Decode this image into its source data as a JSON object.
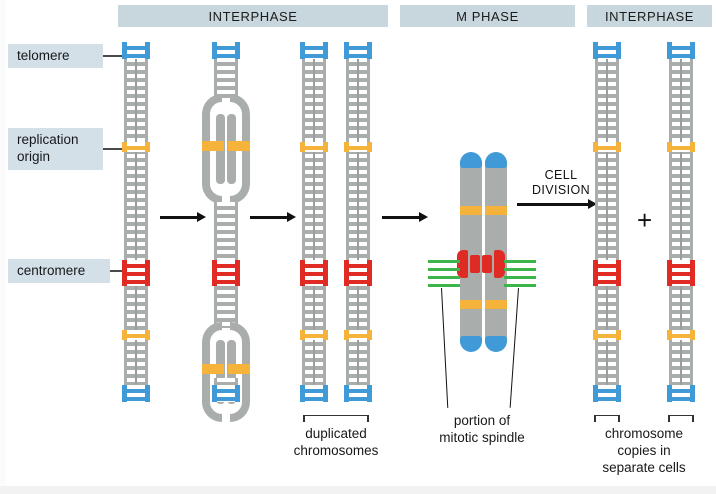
{
  "figure": {
    "title": "chromosome duplication and segregation",
    "colors": {
      "telomere": "#3f9ad7",
      "replication_origin": "#f5b33c",
      "centromere": "#e02b25",
      "dna_backbone": "#a9adab",
      "spindle_fiber": "#3cb54a",
      "phase_bar": "#c8d6dd",
      "callout_box": "#d3e0e8",
      "background": "#ffffff"
    }
  },
  "phases": [
    {
      "label": "INTERPHASE"
    },
    {
      "label": "M PHASE"
    },
    {
      "label": "INTERPHASE"
    }
  ],
  "callouts": [
    {
      "label": "telomere"
    },
    {
      "label": "replication\norigin",
      "line1": "replication",
      "line2": "origin"
    },
    {
      "label": "centromere"
    }
  ],
  "process_label": {
    "line1": "CELL",
    "line2": "DIVISION"
  },
  "plus": "+",
  "captions": {
    "duplicated": {
      "line1": "duplicated",
      "line2": "chromosomes"
    },
    "spindle": {
      "line1": "portion of",
      "line2": "mitotic spindle"
    },
    "separate": {
      "line1": "chromosome",
      "line2": "copies in",
      "line3": "separate cells"
    }
  },
  "arrows": [
    {
      "name": "arrow-replication"
    },
    {
      "name": "arrow-duplication"
    },
    {
      "name": "arrow-condensation"
    },
    {
      "name": "arrow-cell-division"
    }
  ],
  "chromosomes": {
    "stage1_unreplicated": {
      "name": "single chromosome",
      "count": 1
    },
    "stage2_replicating": {
      "name": "replicating chromosome with two replication bubbles",
      "count": 1,
      "bubbles": 2
    },
    "stage3_duplicated": {
      "name": "duplicated chromosome, two sister chromatids",
      "count": 2
    },
    "stage4_mitotic": {
      "name": "condensed mitotic chromosome attached to spindle",
      "count": 1
    },
    "stage5_daughters": {
      "name": "chromosome copies in separate cells",
      "count": 2
    }
  },
  "features": {
    "telomere_positions": [
      "top",
      "bottom"
    ],
    "origin_positions": [
      "upper",
      "lower"
    ],
    "centromere_positions": [
      "middle"
    ]
  }
}
